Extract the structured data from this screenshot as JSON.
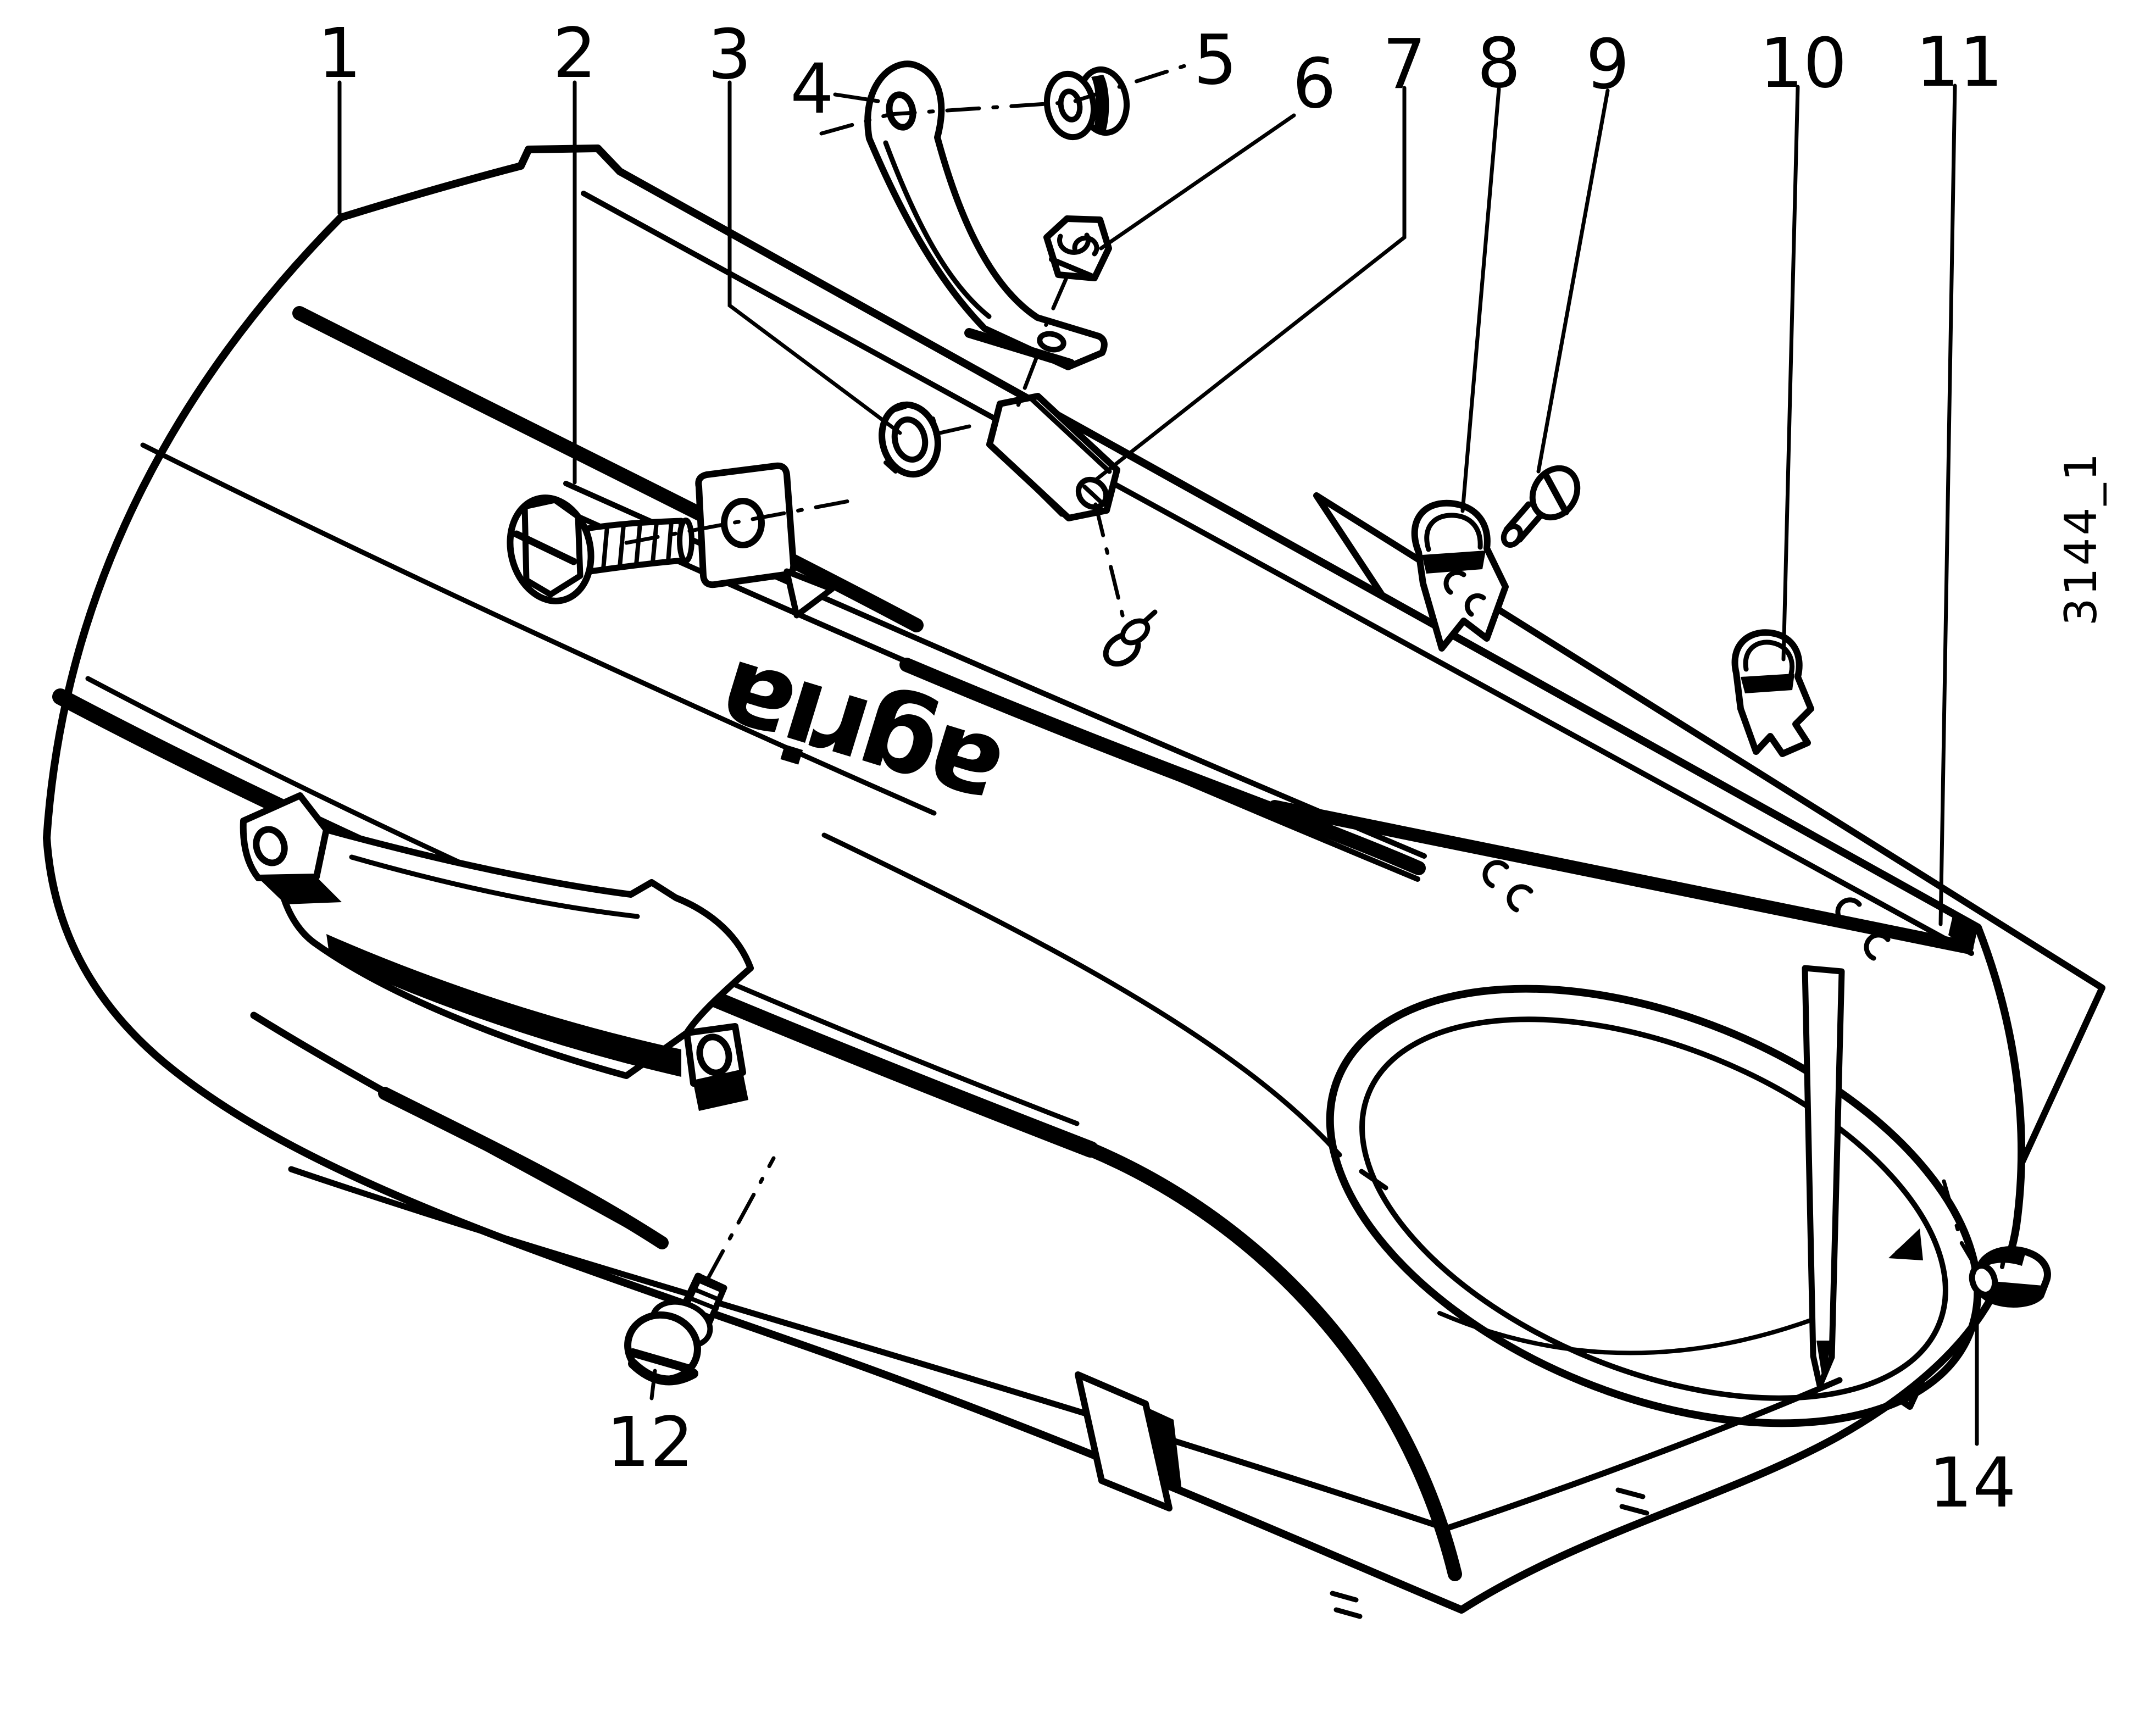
{
  "diagram": {
    "brand_logo": "agria",
    "drawing_number": "3144_1",
    "part_labels": [
      "1",
      "2",
      "3",
      "4",
      "5",
      "6",
      "7",
      "8",
      "9",
      "10",
      "11",
      "12",
      "14"
    ]
  }
}
